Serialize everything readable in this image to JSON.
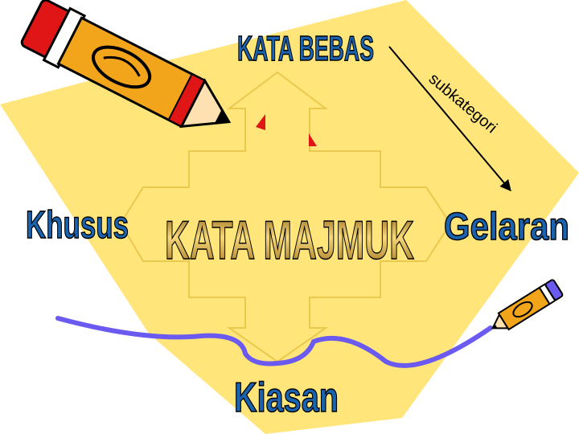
{
  "slide": {
    "center_label": "KATA MAJMUK",
    "top_label": "KATA BEBAS",
    "left_label": "Khusus",
    "right_label": "Gelaran",
    "bottom_label": "Kiasan",
    "diagonal_label": "subkategori"
  },
  "colors": {
    "background": "#ffffff",
    "paper": "#ffe57a",
    "arrow_outline": "#e9c94d",
    "label_fill": "#1a63b0",
    "label_outline": "#000000",
    "center_fill": "#d9b13a",
    "curve": "#6a5af0",
    "pencil_body": "#f2a51a",
    "pencil_red": "#e01616"
  },
  "decorations": [
    "large-pencil-icon",
    "small-pencil-icon",
    "purple-curve",
    "diagonal-arrow"
  ]
}
